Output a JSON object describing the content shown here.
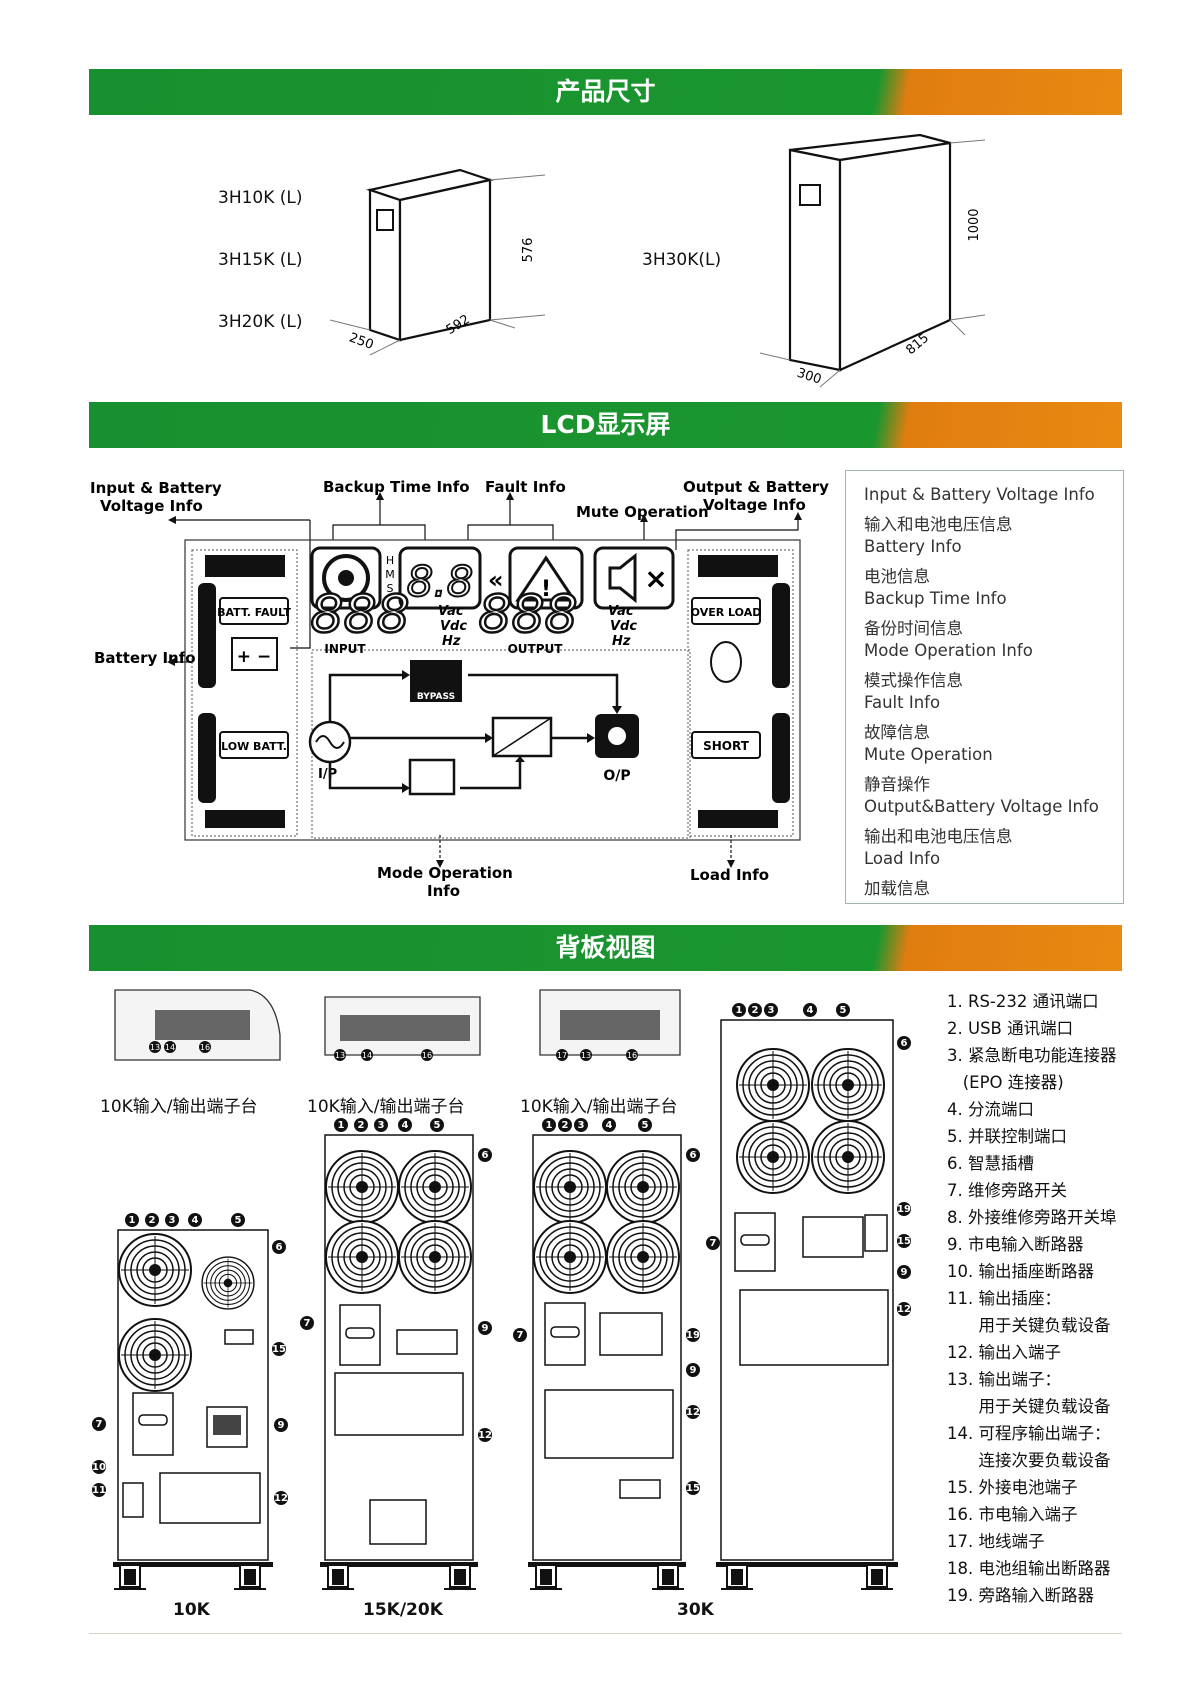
{
  "sections": {
    "dimensions_title": "产品尺寸",
    "lcd_title": "LCD显示屏",
    "rear_title": "背板视图"
  },
  "dimensions": {
    "small_models": [
      "3H10K (L)",
      "3H15K (L)",
      "3H20K (L)"
    ],
    "small_dims": {
      "height": "576",
      "depth": "592",
      "width": "250"
    },
    "large_model": "3H30K(L)",
    "large_dims": {
      "height": "1000",
      "depth": "815",
      "width": "300"
    }
  },
  "lcd": {
    "callouts": {
      "input_battery": "Input & Battery\nVoltage Info",
      "backup_time": "Backup Time Info",
      "fault": "Fault Info",
      "mute": "Mute Operation",
      "output_battery": "Output & Battery\nVoltage Info",
      "battery_info": "Battery Info",
      "mode_operation": "Mode Operation\nInfo",
      "load_info": "Load Info"
    },
    "screen": {
      "hms": [
        "H",
        "M",
        "S"
      ],
      "time_digits": "8.8",
      "input_digits": "888",
      "output_digits": "888",
      "units": [
        "Vac",
        "Vdc",
        "Hz"
      ],
      "input_label": "INPUT",
      "output_label": "OUTPUT",
      "batt_fault": "BATT. FAULT",
      "low_batt": "LOW BATT.",
      "over_load": "OVER LOAD",
      "short": "SHORT",
      "bypass": "BYPASS",
      "ip": "I/P",
      "op": "O/P",
      "plus_minus": "+ −"
    },
    "legend": [
      "Input & Battery Voltage Info",
      "输入和电池电压信息",
      "Battery Info",
      "电池信息",
      "Backup Time Info",
      "备份时间信息",
      "Mode Operation Info",
      "模式操作信息",
      "Fault Info",
      "故障信息",
      "Mute Operation",
      "静音操作",
      "Output&Battery Voltage Info",
      "输出和电池电压信息",
      "Load Info",
      "加载信息"
    ]
  },
  "rear": {
    "terminal_captions": [
      "10K输入/输出端子台",
      "10K输入/输出端子台",
      "10K输入/输出端子台"
    ],
    "terminal_numbers": [
      [
        "13",
        "14",
        "16"
      ],
      [
        "13",
        "14",
        "16"
      ],
      [
        "17",
        "13",
        "16"
      ]
    ],
    "model_labels": [
      "10K",
      "15K/20K",
      "30K"
    ],
    "callout_numbers": [
      "1",
      "2",
      "3",
      "4",
      "5",
      "6",
      "7",
      "9",
      "10",
      "11",
      "12",
      "15",
      "19"
    ],
    "list": [
      "1. RS-232 通讯端口",
      "2. USB 通讯端口",
      "3. 紧急断电功能连接器",
      "   (EPO 连接器)",
      "4. 分流端口",
      "5. 并联控制端口",
      "6. 智慧插槽",
      "7. 维修旁路开关",
      "8. 外接维修旁路开关埠",
      "9. 市电输入断路器",
      "10. 输出插座断路器",
      "11. 输出插座：",
      "      用于关键负载设备",
      "12. 输出入端子",
      "13. 输出端子：",
      "      用于关键负载设备",
      "14. 可程序输出端子：",
      "      连接次要负载设备",
      "15. 外接电池端子",
      "16. 市电输入端子",
      "17. 地线端子",
      "18. 电池组输出断路器",
      "19. 旁路输入断路器"
    ]
  }
}
